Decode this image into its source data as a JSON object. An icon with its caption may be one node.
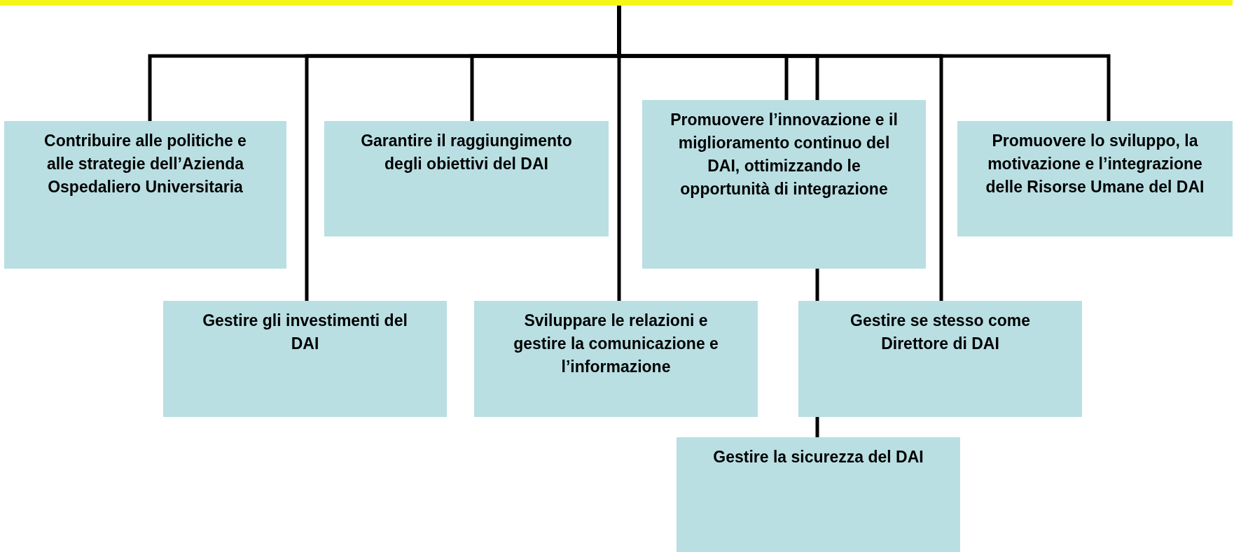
{
  "diagram": {
    "nodes": [
      {
        "text": [],
        "shape": "bar"
      },
      {
        "text": [
          "Contribuire alle politiche e alle strategie dell’Azienda Ospedaliero Universitaria"
        ]
      },
      {
        "text": [
          "Garantire il raggiungimento degli obiettivi del DAI"
        ]
      },
      {
        "text": [
          "Promuovere l’innovazione e il miglioramento continuo del DAI, ottimizzando le opportunità di integrazione"
        ]
      },
      {
        "text": [
          "Promuovere lo sviluppo, la motivazione e l’integrazione delle Risorse Umane del DAI"
        ]
      },
      {
        "text": [
          "Gestire gli investimenti del DAI"
        ]
      },
      {
        "text": [
          "Sviluppare le relazioni e gestire la comunicazione e l’informazione"
        ]
      },
      {
        "text": [
          "Gestire se stesso come Direttore di DAI"
        ]
      },
      {
        "text": [
          "Gestire la sicurezza del DAI"
        ]
      }
    ],
    "edges": [
      {
        "from": 0,
        "to": 1,
        "arrow": "none"
      },
      {
        "from": 0,
        "to": 5,
        "arrow": "none"
      },
      {
        "from": 0,
        "to": 2,
        "arrow": "none"
      },
      {
        "from": 0,
        "to": 6,
        "arrow": "none"
      },
      {
        "from": 0,
        "to": 3,
        "arrow": "none"
      },
      {
        "from": 0,
        "to": 3,
        "arrow": "none"
      },
      {
        "from": 3,
        "to": 7,
        "arrow": "none"
      },
      {
        "from": 7,
        "to": 8,
        "arrow": "none"
      },
      {
        "from": 0,
        "to": 7,
        "arrow": "none"
      },
      {
        "from": 0,
        "to": 4,
        "arrow": "none"
      }
    ]
  }
}
